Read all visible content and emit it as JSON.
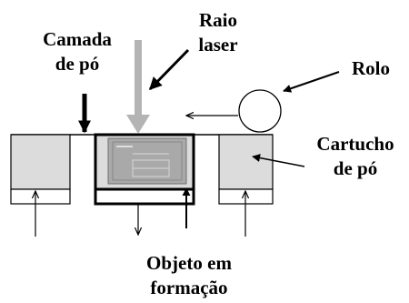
{
  "labels": {
    "raio": [
      "Raio",
      "laser"
    ],
    "camada": [
      "Camada",
      "de pó"
    ],
    "rolo": "Rolo",
    "cartucho": [
      "Cartucho",
      "de pó"
    ],
    "objeto": [
      "Objeto em",
      "formação"
    ]
  },
  "colors": {
    "laser_beam": "#b4b4b4",
    "powder_fill": "#dcdcdc",
    "object_fill": "#a9a9a9",
    "stroke": "#000000"
  }
}
